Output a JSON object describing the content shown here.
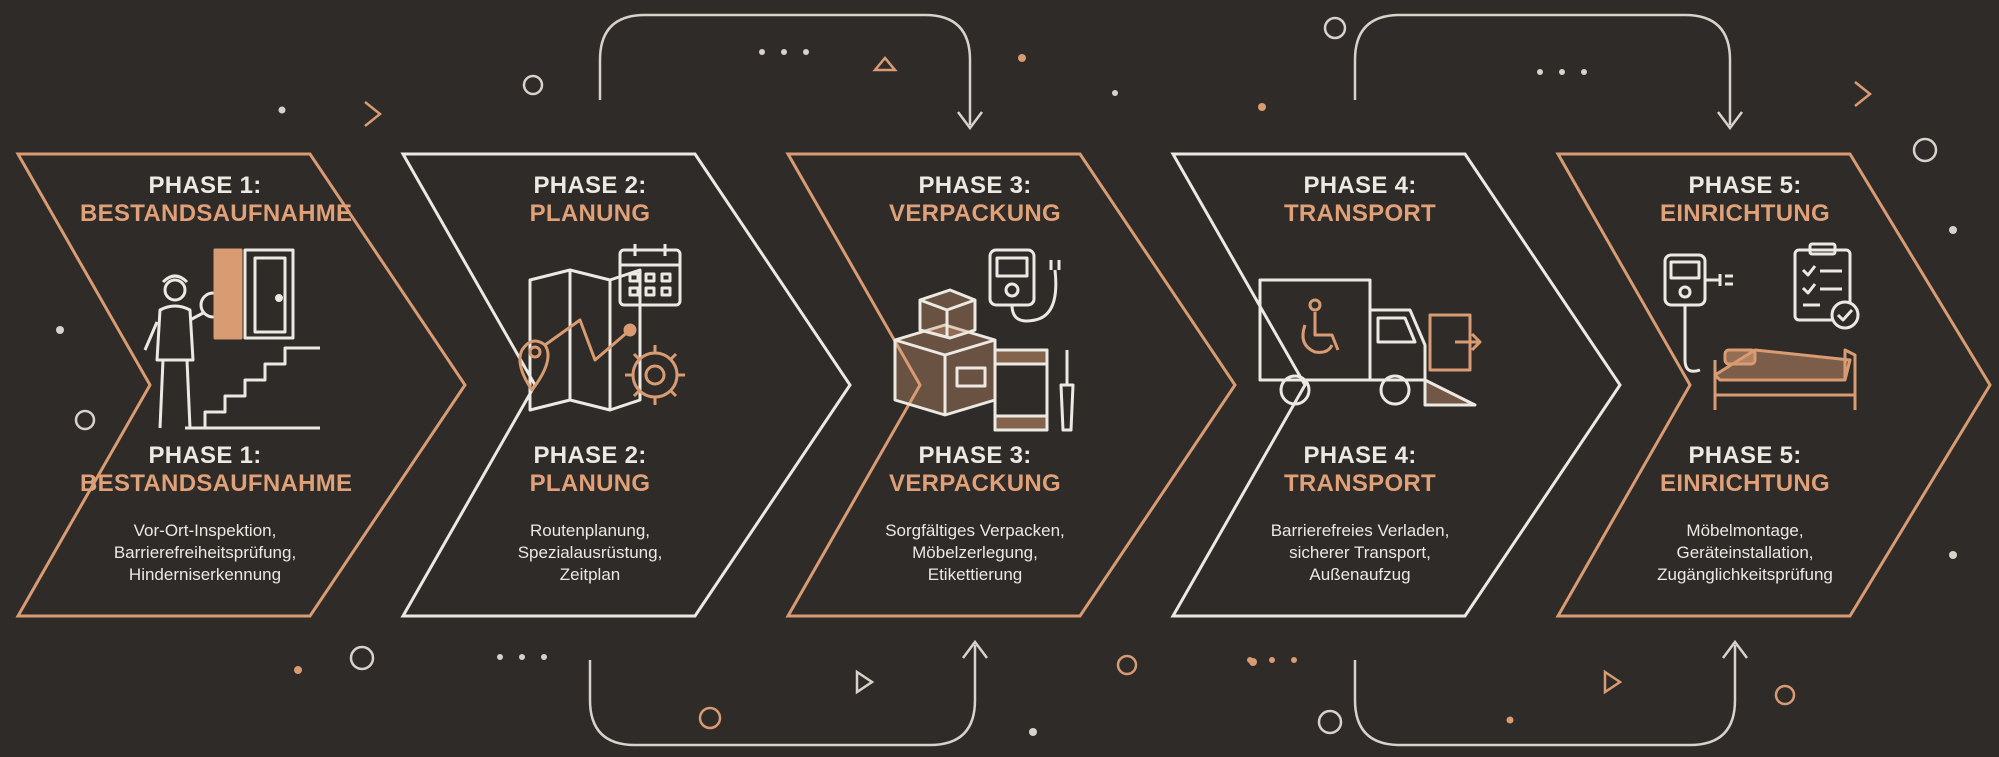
{
  "colors": {
    "background": "#2e2b29",
    "accent": "#d99b72",
    "light": "#ece8e2"
  },
  "phases": [
    {
      "label": "PHASE 1:",
      "name": "BESTANDSAUFNAHME",
      "accent": "#d99b72",
      "name_color": "#e0a078",
      "icons": [
        "inspector-magnifier-icon",
        "door-icon",
        "stairs-icon"
      ],
      "desc": [
        "Vor-Ort-Inspektion,",
        "Barrierefreiheitsprüfung,",
        "Hinderniserkennung"
      ]
    },
    {
      "label": "PHASE 2:",
      "name": "PLANUNG",
      "accent": "#ece8e2",
      "name_color": "#e0a078",
      "icons": [
        "route-map-icon",
        "calendar-icon",
        "gear-icon"
      ],
      "desc": [
        "Routenplanung,",
        "Spezialausrüstung,",
        "Zeitplan"
      ]
    },
    {
      "label": "PHASE 3:",
      "name": "VERPACKUNG",
      "accent": "#d99b72",
      "name_color": "#e0a078",
      "icons": [
        "boxes-icon",
        "medical-device-icon",
        "tools-icon"
      ],
      "desc": [
        "Sorgfältiges Verpacken,",
        "Möbelzerlegung,",
        "Etikettierung"
      ]
    },
    {
      "label": "PHASE 4:",
      "name": "TRANSPORT",
      "accent": "#ece8e2",
      "name_color": "#e0a078",
      "icons": [
        "accessible-truck-icon",
        "ramp-icon"
      ],
      "desc": [
        "Barrierefreies Verladen,",
        "sicherer Transport,",
        "Außenaufzug"
      ]
    },
    {
      "label": "PHASE 5:",
      "name": "EINRICHTUNG",
      "accent": "#d99b72",
      "name_color": "#e0a078",
      "icons": [
        "medical-device-icon",
        "checklist-icon",
        "bed-icon"
      ],
      "desc": [
        "Möbelmontage,",
        "Geräteinstallation,",
        "Zugänglichkeitsprüfung"
      ]
    }
  ]
}
